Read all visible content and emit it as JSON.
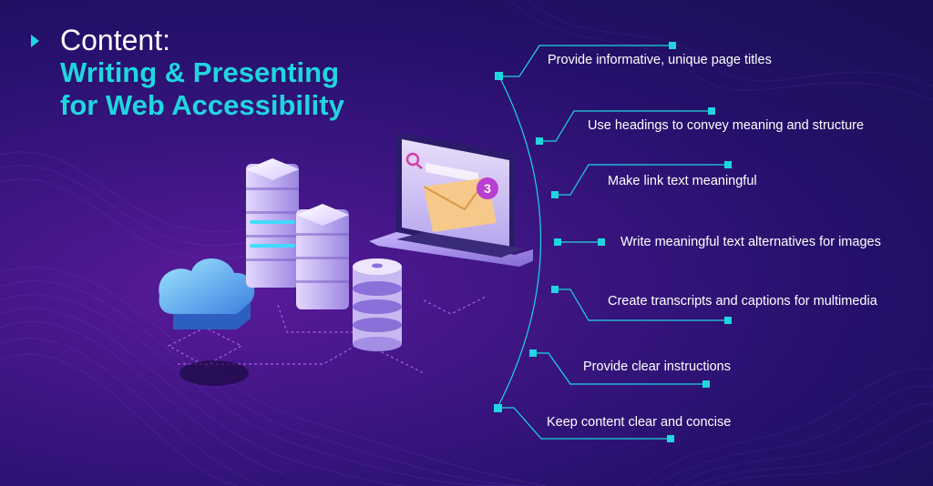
{
  "title": {
    "line1": "Content:",
    "line2": "Writing & Presenting",
    "line3": "for Web Accessibility"
  },
  "colors": {
    "accent": "#1fd6e0",
    "background": "#24106a",
    "text": "#ffffff"
  },
  "illustration": {
    "badge_count": "3",
    "icons": [
      "cloud-icon",
      "server-stack-icon",
      "database-icon",
      "laptop-icon",
      "envelope-icon",
      "search-icon"
    ]
  },
  "items": [
    "Provide informative, unique page titles",
    "Use headings to convey meaning and structure",
    "Make link text meaningful",
    "Write meaningful text alternatives for images",
    "Create transcripts and captions for multimedia",
    "Provide clear instructions",
    "Keep content clear and concise"
  ]
}
